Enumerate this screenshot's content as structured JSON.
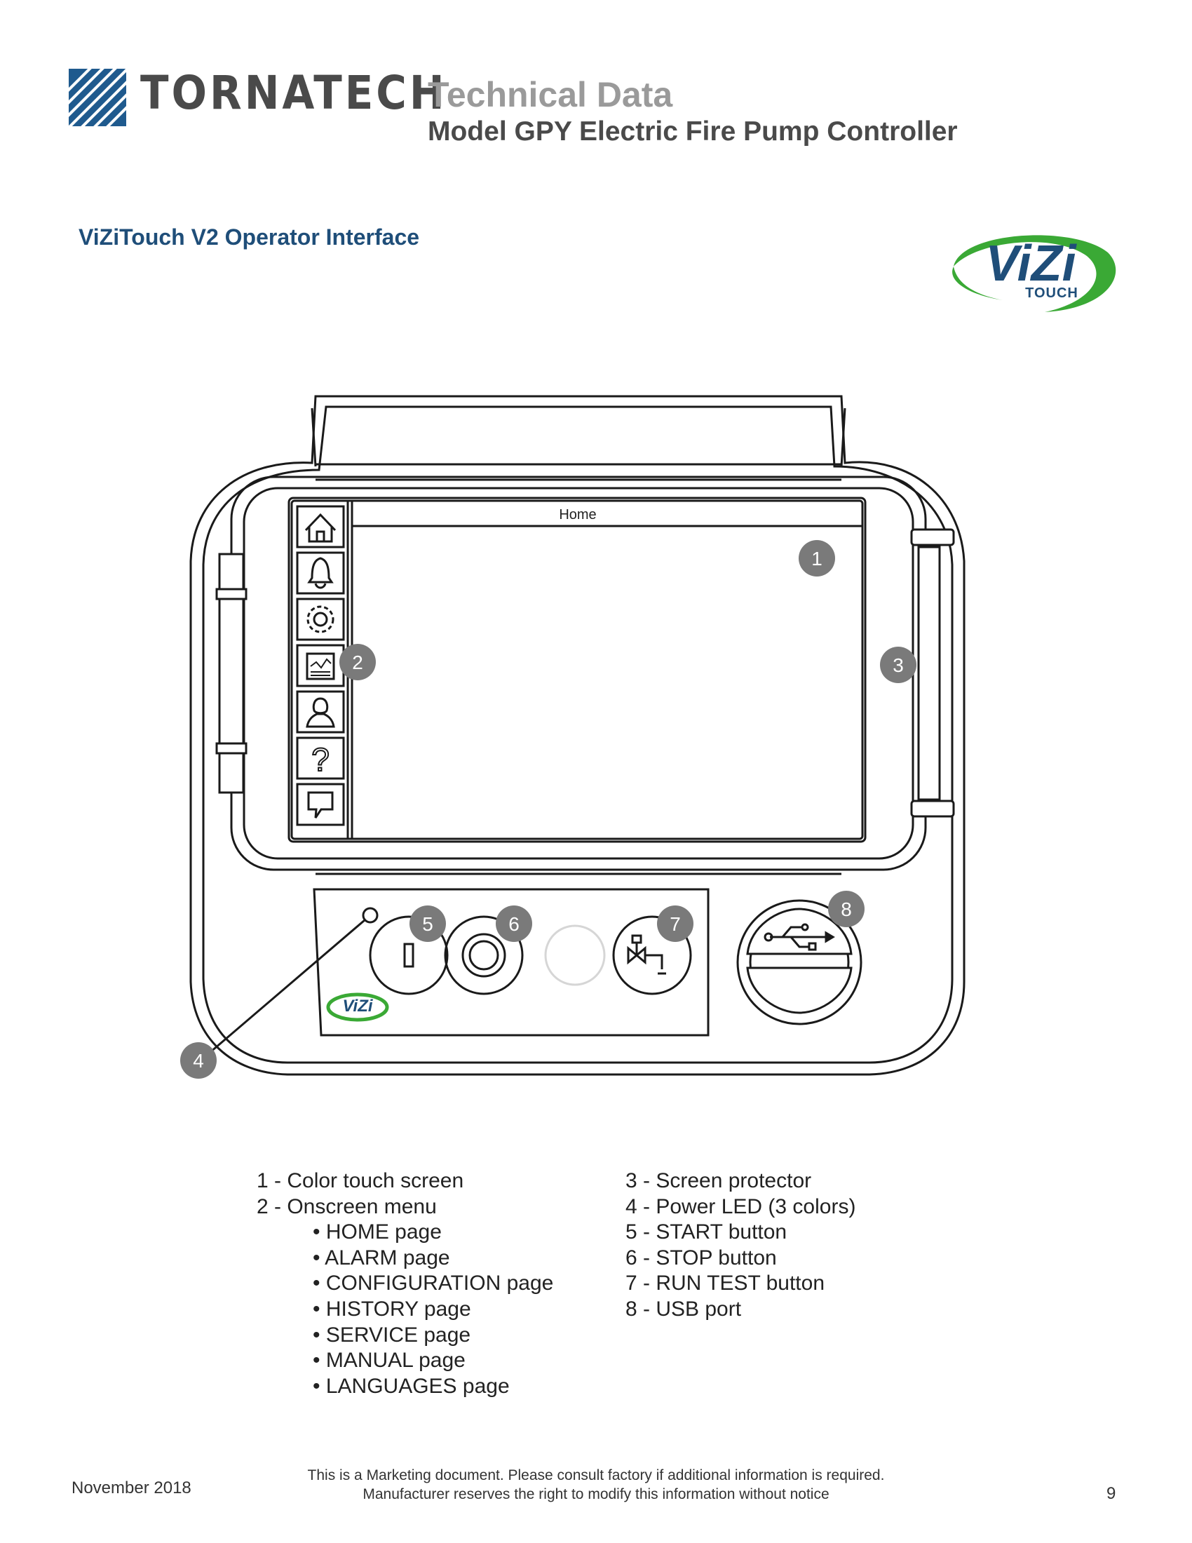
{
  "header": {
    "brand_logo_text": "TORNATECH",
    "doc_kicker": "Technical Data",
    "doc_title": "Model GPY Electric Fire Pump Controller"
  },
  "section": {
    "heading": "ViZiTouch V2 Operator Interface",
    "badge_logo_text": "ViZi",
    "badge_logo_subtext": "TOUCH"
  },
  "device": {
    "screen_title": "Home",
    "menu_icons": [
      "home-icon",
      "alarm-bell-icon",
      "gear-icon",
      "history-chart-icon",
      "service-person-icon",
      "help-question-icon",
      "language-speech-bubble-icon"
    ],
    "panel_logo_text": "ViZi",
    "callouts": [
      "1",
      "2",
      "3",
      "4",
      "5",
      "6",
      "7",
      "8"
    ],
    "colors": {
      "line": "#1a1a1a",
      "callout_fill": "#7a7a7a",
      "logo_green": "#3aa935",
      "logo_blue": "#1f4e79"
    }
  },
  "legend": {
    "left": [
      {
        "text": "1 - Color touch screen",
        "indent": false
      },
      {
        "text": "2 - Onscreen menu",
        "indent": false
      },
      {
        "text": "• HOME page",
        "indent": true
      },
      {
        "text": "• ALARM page",
        "indent": true
      },
      {
        "text": "• CONFIGURATION page",
        "indent": true
      },
      {
        "text": "• HISTORY page",
        "indent": true
      },
      {
        "text": "• SERVICE page",
        "indent": true
      },
      {
        "text": "• MANUAL page",
        "indent": true
      },
      {
        "text": "• LANGUAGES page",
        "indent": true
      }
    ],
    "right": [
      "3 - Screen protector",
      "4 - Power LED (3 colors)",
      "5 - START button",
      "6 - STOP  button",
      "7 - RUN TEST button",
      "8 - USB port"
    ]
  },
  "footer": {
    "date": "November 2018",
    "disclaimer_line1": "This is a Marketing document. Please consult factory if additional information is required.",
    "disclaimer_line2": "Manufacturer reserves the right to modify this information without notice",
    "page_number": "9"
  }
}
